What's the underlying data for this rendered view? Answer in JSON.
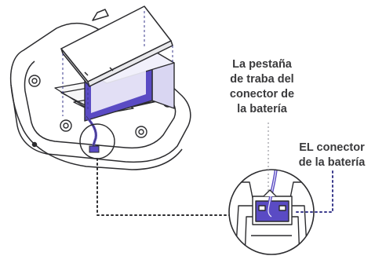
{
  "labels": {
    "latch_tab": [
      "La pestaña",
      "de traba del",
      "conector de",
      "la batería"
    ],
    "connector": [
      "EL conector",
      "de la batería"
    ]
  },
  "colors": {
    "outline": "#2b2b2e",
    "battery_fill": "#5a4bc4",
    "battery_highlight": "#f1f0fb",
    "guide_dotted": "#3a3a8c",
    "leader_dotted": "#9a9aa0",
    "text": "#3a3a3c"
  }
}
